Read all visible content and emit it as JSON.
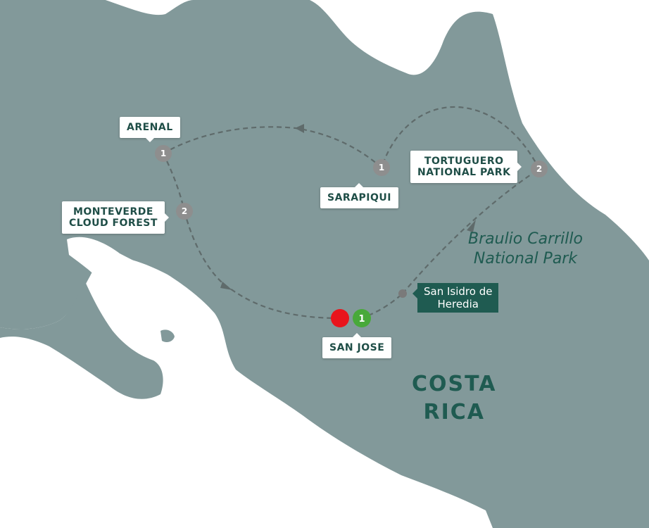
{
  "map": {
    "colors": {
      "land": "#82999a",
      "water": "#ffffff",
      "route": "#5f6b6b",
      "stop_marker": "#8e8e8e",
      "label_text": "#1f4e47",
      "dark_label_bg": "#1f5b51",
      "start_marker": "#e8141c",
      "day_one_marker": "#48a93a"
    },
    "country_label": "COSTA\nRICA",
    "park_label": "Braulio Carrillo\nNational Park",
    "waypoint_label": "San Isidro de\nHeredia",
    "stops": [
      {
        "name": "ARENAL",
        "nights": "1"
      },
      {
        "name": "MONTEVERDE\nCLOUD FOREST",
        "nights": "2"
      },
      {
        "name": "SARAPIQUI",
        "nights": "1"
      },
      {
        "name": "TORTUGUERO\nNATIONAL PARK",
        "nights": "2"
      },
      {
        "name": "SAN JOSE",
        "nights": "1"
      }
    ]
  }
}
